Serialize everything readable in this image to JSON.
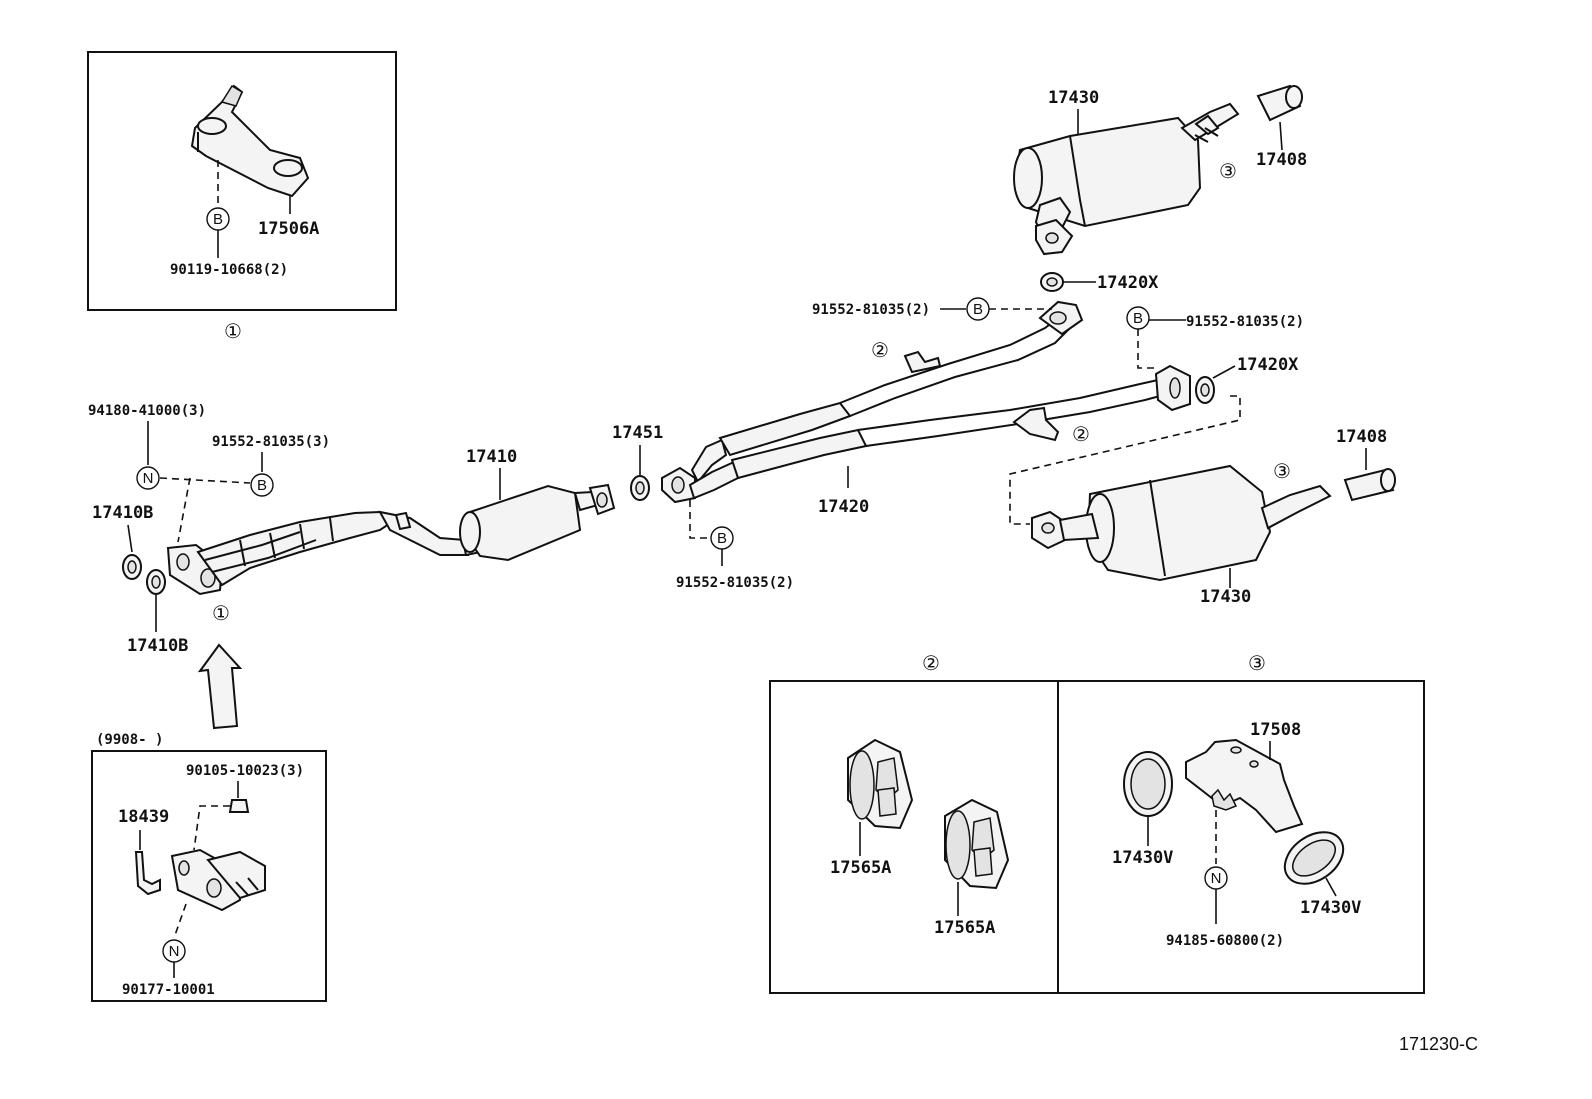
{
  "diagram": {
    "code": "171230-C",
    "inset_1": {
      "ref": "①",
      "part": "17506A",
      "bolt": "90119-10668(2)",
      "bolt_letter": "B"
    },
    "inset_2": {
      "ref": "②",
      "parts": [
        "17565A",
        "17565A"
      ]
    },
    "inset_3": {
      "ref": "③",
      "bracket": "17508",
      "ring_left": "17430V",
      "ring_right": "17430V",
      "nut": "94185-60800(2)",
      "nut_letter": "N"
    },
    "inset_date": {
      "range": "(9908-            )",
      "bolt": "90105-10023(3)",
      "sensor": "18439",
      "nut": "90177-10001",
      "nut_letter": "N"
    },
    "labels": {
      "front_nut": "94180-41000(3)",
      "front_bolt": "91552-81035(3)",
      "gasket_top": "17410B",
      "gasket_bottom": "17410B",
      "front_pipe": "17410",
      "gasket_center": "17451",
      "center_bolt": "91552-81035(2)",
      "center_pipe": "17420",
      "upper_bolt": "91552-81035(2)",
      "right_bolt": "91552-81035(2)",
      "upper_gasket": "17420X",
      "right_gasket": "17420X",
      "upper_muffler": "17430",
      "lower_muffler": "17430",
      "upper_tip": "17408",
      "lower_tip": "17408"
    },
    "refs": {
      "flange_1": "①",
      "inset_1_caption": "①",
      "hanger_2_upper": "②",
      "hanger_2_lower": "②",
      "muffler_3_upper": "③",
      "muffler_3_lower": "③",
      "n_letter": "N",
      "b_letter": "B"
    }
  }
}
